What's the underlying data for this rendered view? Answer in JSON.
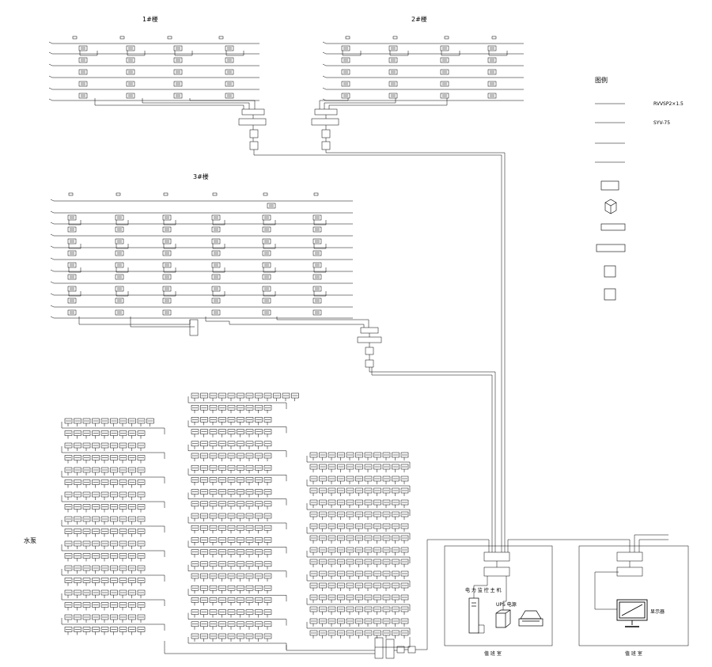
{
  "panels": {
    "p1": {
      "title": "1#楼"
    },
    "p2": {
      "title": "2#楼"
    },
    "p3": {
      "title": "3#楼"
    },
    "left": {
      "label": "水泵"
    }
  },
  "legend": {
    "title": "图例",
    "lines": [
      {
        "text": "RVVSP2×1.5"
      },
      {
        "text": "SYV-75"
      },
      {
        "text": ""
      },
      {
        "text": ""
      }
    ]
  },
  "rooms": {
    "left": {
      "label": "值 班 室",
      "device_label": "电 力 监 控 主 机",
      "ups_label": "UPS 电源"
    },
    "right": {
      "label": "值 班 室",
      "device_label": "显示器"
    }
  },
  "colors": {
    "line": "#000000",
    "bg": "#ffffff"
  }
}
